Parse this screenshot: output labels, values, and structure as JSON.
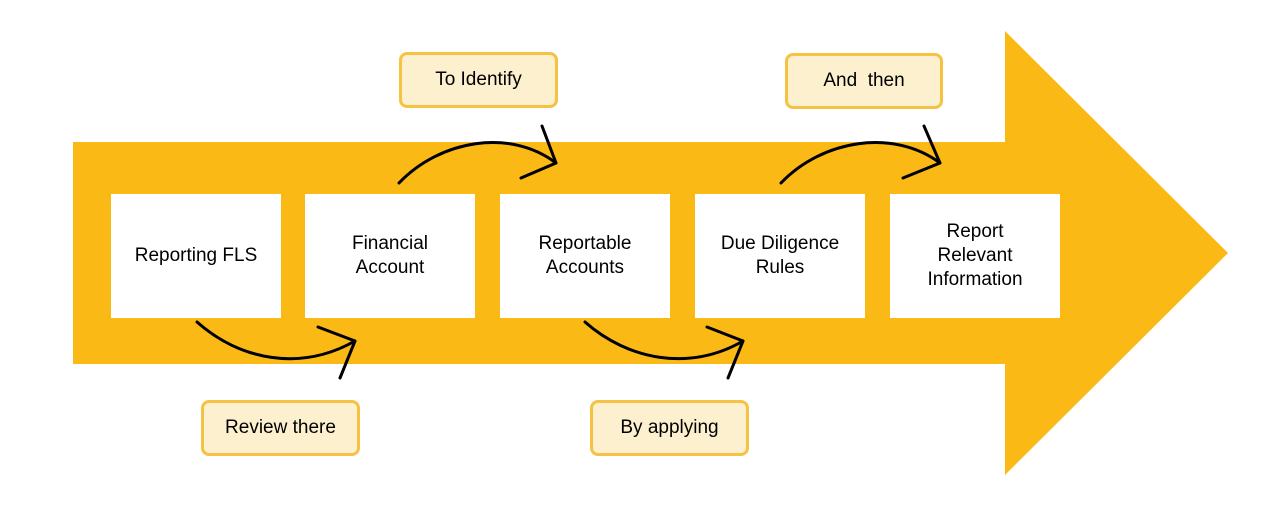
{
  "colors": {
    "arrow_fill": "#fbb916",
    "step_fill": "#ffffff",
    "label_fill": "#fdf0cf",
    "label_border": "#f5c243",
    "curve_stroke": "#000000"
  },
  "steps": [
    {
      "label": "Reporting FLS"
    },
    {
      "label": "Financial\nAccount"
    },
    {
      "label": "Reportable\nAccounts"
    },
    {
      "label": "Due Diligence\nRules"
    },
    {
      "label": "Report\nRelevant\nInformation"
    }
  ],
  "connectors": [
    {
      "label": "Review there"
    },
    {
      "label": "To Identify"
    },
    {
      "label": "By applying"
    },
    {
      "label": "And  then"
    }
  ]
}
